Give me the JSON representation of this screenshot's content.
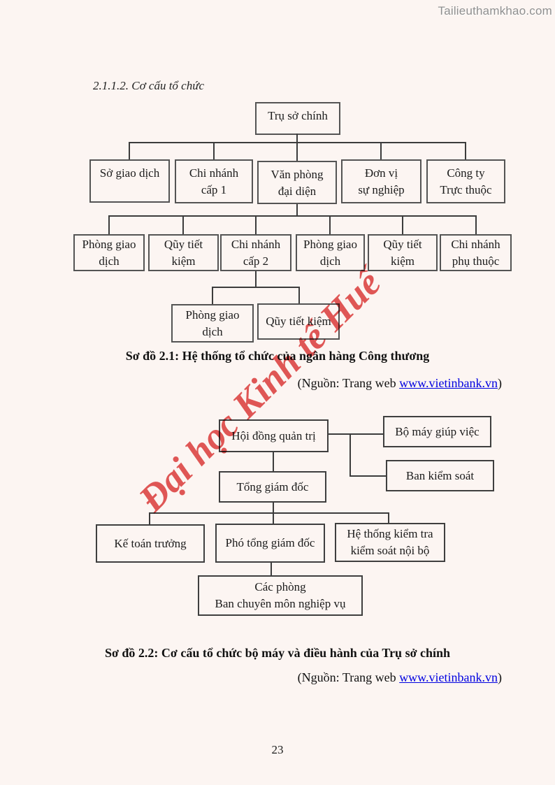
{
  "page": {
    "site_watermark": "Tailieuthamkhao.com",
    "heading": "2.1.1.2. Cơ cấu tổ chức",
    "diagonal_watermark": "Đại học Kinh tế Huế",
    "page_number": "23",
    "colors": {
      "page_background": "#fcf5f2",
      "watermark_red": "#dd3c3c",
      "link_blue": "#0000e0",
      "box_border_gray": "#545454",
      "site_watermark_gray": "#8f8f8f"
    }
  },
  "chart1": {
    "caption": "Sơ đồ 2.1: Hệ thống tổ chức của ngân hàng Công thương",
    "source_prefix": "(Nguồn: Trang web ",
    "source_link": "www.vietinbank.vn",
    "source_suffix": ")",
    "root": "Trụ sở chính",
    "level2": [
      "Sở giao dịch",
      "Chi nhánh\ncấp 1",
      "Văn phòng\nđại diện",
      "Đơn vị\nsự nghiệp",
      "Công ty\nTrực thuộc"
    ],
    "level3": [
      "Phòng giao\ndịch",
      "Qũy tiết\nkiệm",
      "Chi nhánh\ncấp 2",
      "Phòng giao\ndịch",
      "Qũy tiết\nkiệm",
      "Chi nhánh\nphụ thuộc"
    ],
    "level4": [
      "Phòng giao\ndịch",
      "Qũy tiết kiệm"
    ]
  },
  "chart2": {
    "caption": "Sơ đồ 2.2: Cơ cấu tổ chức bộ máy và điều hành của Trụ sở chính",
    "source_prefix": "(Nguồn: Trang web ",
    "source_link": "www.vietinbank.vn",
    "source_suffix": ")",
    "board": "Hội đồng quản trị",
    "support": "Bộ máy giúp việc",
    "control": "Ban kiểm soát",
    "ceo": "Tổng giám đốc",
    "chief_accountant": "Kế toán trưởng",
    "deputy_ceo": "Phó tổng giám đốc",
    "audit": "Hệ thống kiểm tra\nkiểm soát nội bộ",
    "departments": "Các phòng\nBan chuyên môn nghiệp vụ"
  }
}
